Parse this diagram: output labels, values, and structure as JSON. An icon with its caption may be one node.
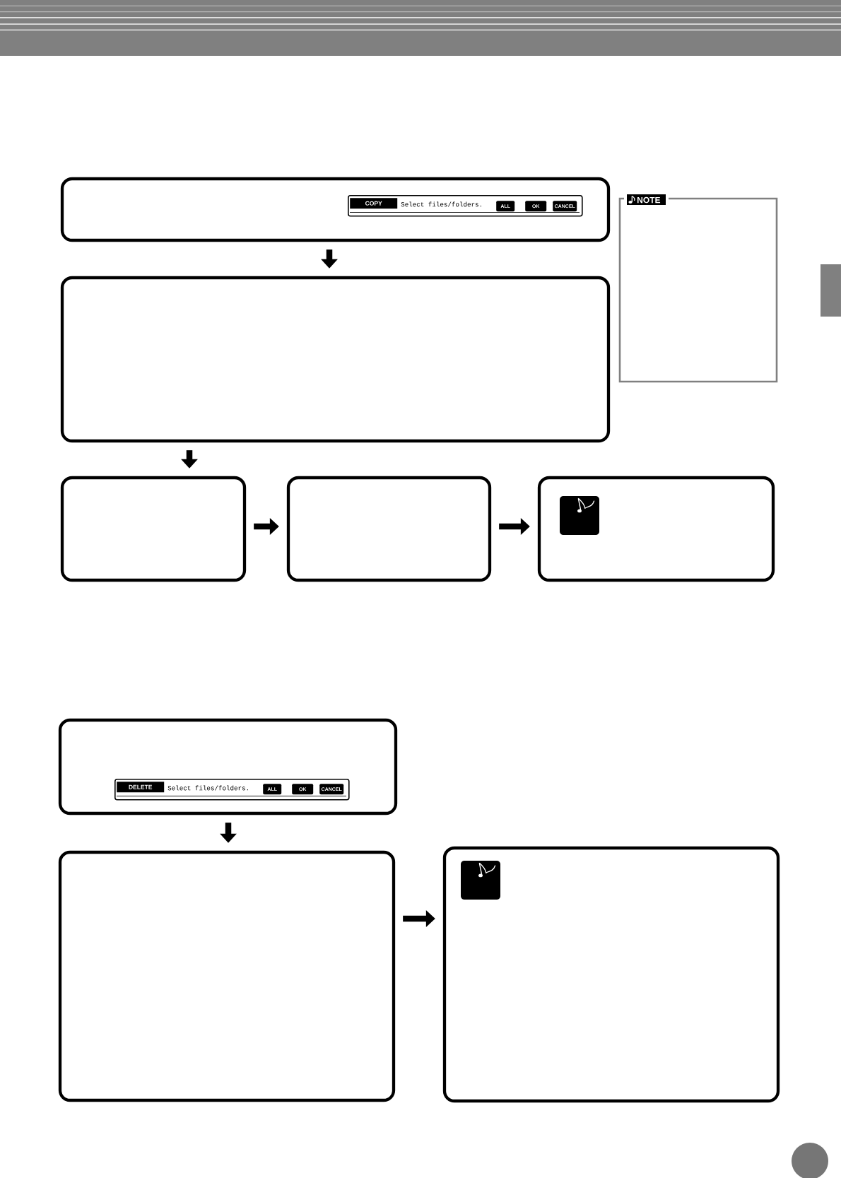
{
  "diagram": {
    "nodes": [
      {
        "text": [],
        "shape": "box"
      },
      {
        "text": [
          "COPY",
          "Select files/folders."
        ],
        "in": 0
      },
      {
        "text": [
          "ALL"
        ],
        "in": 1
      },
      {
        "text": [
          "OK"
        ],
        "in": 1
      },
      {
        "text": [
          "CANCEL"
        ],
        "in": 1
      },
      {
        "text": [
          "NOTE"
        ]
      },
      {
        "text": [],
        "shape": "bar"
      },
      {
        "text": [],
        "shape": "box"
      },
      {
        "text": [],
        "shape": "box"
      },
      {
        "text": [],
        "shape": "box"
      },
      {
        "text": [],
        "shape": "box"
      },
      {
        "text": [],
        "shape": "box"
      },
      {
        "text": [
          "DELETE",
          "Select files/folders."
        ],
        "in": 11
      },
      {
        "text": [
          "ALL"
        ],
        "in": 12
      },
      {
        "text": [
          "OK"
        ],
        "in": 12
      },
      {
        "text": [
          "CANCEL"
        ],
        "in": 12
      },
      {
        "text": [],
        "shape": "box"
      },
      {
        "text": [],
        "shape": "box"
      }
    ],
    "edges": [
      {
        "from": 0,
        "to": 7,
        "arrow": "to"
      },
      {
        "from": 7,
        "to": 8,
        "arrow": "to"
      },
      {
        "from": 8,
        "to": 9,
        "arrow": "to"
      },
      {
        "from": 9,
        "to": 10,
        "arrow": "to"
      },
      {
        "from": 11,
        "to": 16,
        "arrow": "to"
      },
      {
        "from": 16,
        "to": 17,
        "arrow": "to"
      }
    ]
  }
}
